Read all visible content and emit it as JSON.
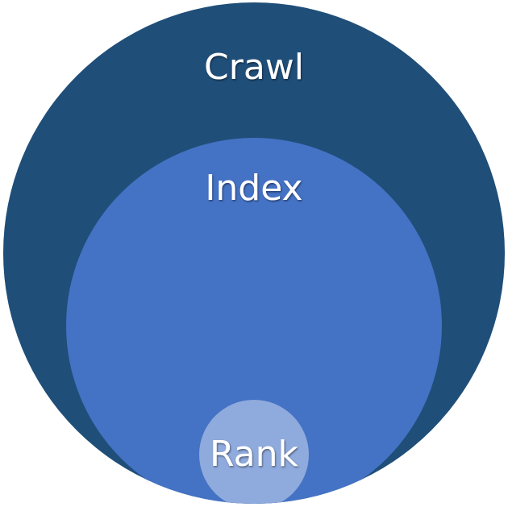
{
  "diagram": {
    "title": "Crawl, Index, Rank nested circles",
    "colors": {
      "background": "#ffffff",
      "crawl": "#1f4e79",
      "index": "#4472c4",
      "rank": "#8faadc",
      "text": "#ffffff"
    },
    "circles": [
      {
        "id": "crawl",
        "label": "Crawl"
      },
      {
        "id": "index",
        "label": "Index"
      },
      {
        "id": "rank",
        "label": "Rank"
      }
    ]
  }
}
